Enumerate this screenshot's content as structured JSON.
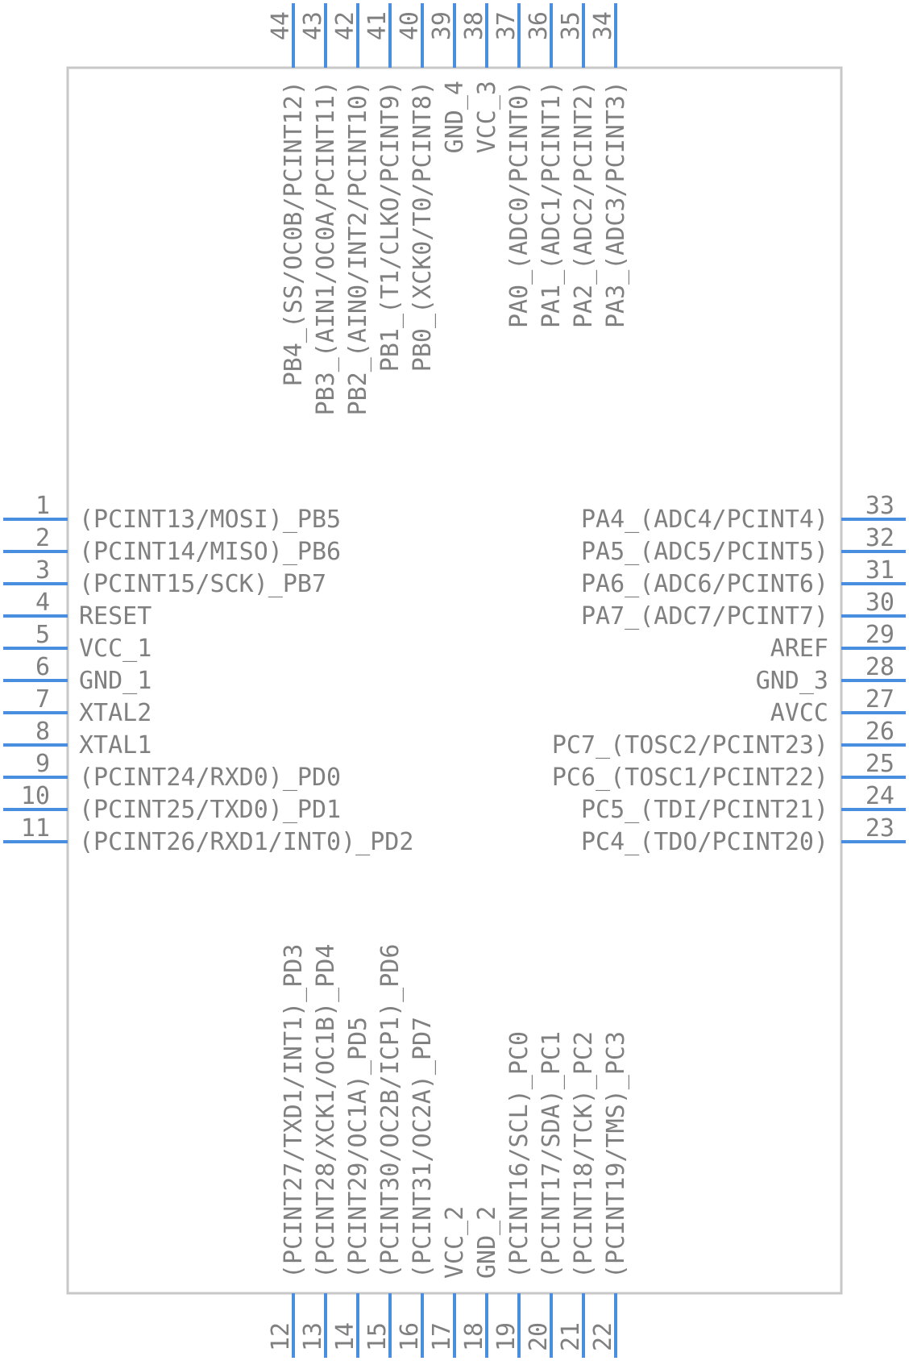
{
  "colors": {
    "pin": "#4a8ee0",
    "body_outline": "#c8c8c8",
    "text": "#808080"
  },
  "pins": {
    "left": [
      {
        "num": "1",
        "label": "(PCINT13/MOSI)_PB5"
      },
      {
        "num": "2",
        "label": "(PCINT14/MISO)_PB6"
      },
      {
        "num": "3",
        "label": "(PCINT15/SCK)_PB7"
      },
      {
        "num": "4",
        "label": "RESET"
      },
      {
        "num": "5",
        "label": "VCC_1"
      },
      {
        "num": "6",
        "label": "GND_1"
      },
      {
        "num": "7",
        "label": "XTAL2"
      },
      {
        "num": "8",
        "label": "XTAL1"
      },
      {
        "num": "9",
        "label": "(PCINT24/RXD0)_PD0"
      },
      {
        "num": "10",
        "label": "(PCINT25/TXD0)_PD1"
      },
      {
        "num": "11",
        "label": "(PCINT26/RXD1/INT0)_PD2"
      }
    ],
    "right": [
      {
        "num": "33",
        "label": "PA4_(ADC4/PCINT4)"
      },
      {
        "num": "32",
        "label": "PA5_(ADC5/PCINT5)"
      },
      {
        "num": "31",
        "label": "PA6_(ADC6/PCINT6)"
      },
      {
        "num": "30",
        "label": "PA7_(ADC7/PCINT7)"
      },
      {
        "num": "29",
        "label": "AREF"
      },
      {
        "num": "28",
        "label": "GND_3"
      },
      {
        "num": "27",
        "label": "AVCC"
      },
      {
        "num": "26",
        "label": "PC7_(TOSC2/PCINT23)"
      },
      {
        "num": "25",
        "label": "PC6_(TOSC1/PCINT22)"
      },
      {
        "num": "24",
        "label": "PC5_(TDI/PCINT21)"
      },
      {
        "num": "23",
        "label": "PC4_(TDO/PCINT20)"
      }
    ],
    "top": [
      {
        "num": "44",
        "label": "PB4_(SS/OC0B/PCINT12)"
      },
      {
        "num": "43",
        "label": "PB3_(AIN1/OC0A/PCINT11)"
      },
      {
        "num": "42",
        "label": "PB2_(AIN0/INT2/PCINT10)"
      },
      {
        "num": "41",
        "label": "PB1_(T1/CLKO/PCINT9)"
      },
      {
        "num": "40",
        "label": "PB0_(XCK0/T0/PCINT8)"
      },
      {
        "num": "39",
        "label": "GND_4"
      },
      {
        "num": "38",
        "label": "VCC_3"
      },
      {
        "num": "37",
        "label": "PA0_(ADC0/PCINT0)"
      },
      {
        "num": "36",
        "label": "PA1_(ADC1/PCINT1)"
      },
      {
        "num": "35",
        "label": "PA2_(ADC2/PCINT2)"
      },
      {
        "num": "34",
        "label": "PA3_(ADC3/PCINT3)"
      }
    ],
    "bottom": [
      {
        "num": "12",
        "label": "(PCINT27/TXD1/INT1)_PD3"
      },
      {
        "num": "13",
        "label": "(PCINT28/XCK1/OC1B)_PD4"
      },
      {
        "num": "14",
        "label": "(PCINT29/OC1A)_PD5"
      },
      {
        "num": "15",
        "label": "(PCINT30/OC2B/ICP1)_PD6"
      },
      {
        "num": "16",
        "label": "(PCINT31/OC2A)_PD7"
      },
      {
        "num": "17",
        "label": "VCC_2"
      },
      {
        "num": "18",
        "label": "GND_2"
      },
      {
        "num": "19",
        "label": "(PCINT16/SCL)_PC0"
      },
      {
        "num": "20",
        "label": "(PCINT17/SDA)_PC1"
      },
      {
        "num": "21",
        "label": "(PCINT18/TCK)_PC2"
      },
      {
        "num": "22",
        "label": "(PCINT19/TMS)_PC3"
      }
    ]
  }
}
